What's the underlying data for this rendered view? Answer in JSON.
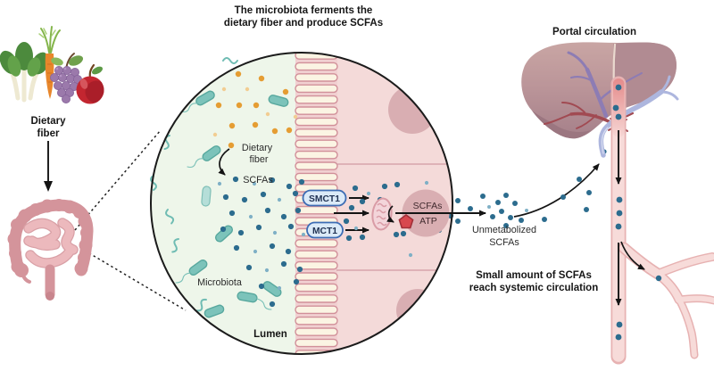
{
  "figure_title": {
    "line1": "The microbiota ferments the",
    "line2": "dietary fiber and produce SCFAs"
  },
  "left_panel": {
    "dietary_fiber_label": {
      "line1": "Dietary",
      "line2": "fiber"
    }
  },
  "magnified_circle": {
    "dietary_fiber_label": {
      "line1": "Dietary",
      "line2": "fiber"
    },
    "scfas_label": "SCFAs",
    "microbiota_label": "Microbiota",
    "lumen_label": "Lumen",
    "smct1_label": "SMCT1",
    "mct1_label": "MCT1",
    "cell_scfas_label": "SCFAs",
    "cell_atp_label": "ATP"
  },
  "portal_panel": {
    "title": "Portal circulation",
    "unmetabolized_label": {
      "line1": "Unmetabolized",
      "line2": "SCFAs"
    },
    "systemic_label": {
      "line1": "Small amount of SCFAs",
      "line2": "reach systemic circulation"
    }
  },
  "legend_colors": {
    "scfa_dot": "#2c6c8e",
    "scfa_dot_light": "#7fb0c6",
    "dietary_fiber_dot": "#e59d33",
    "bacteria": "#7cc3ba",
    "lumen_background": "#eef6ea",
    "epithelium": "#f4dad9",
    "transporter_fill": "#dbeaf8",
    "transporter_border": "#3c6cb4",
    "atp_symbol": "#d8484f",
    "vessel": "#f7dbd9",
    "liver": "#b9939a"
  },
  "icons": {
    "leafy_greens": "leafy-greens-icon",
    "carrot": "carrot-icon",
    "grapes": "grapes-icon",
    "apple": "apple-icon",
    "intestine": "intestine-icon",
    "bacteria": "bacteria-icon",
    "mitochondrion": "mitochondrion-icon",
    "atp": "atp-pentagon-icon",
    "liver": "liver-icon"
  }
}
